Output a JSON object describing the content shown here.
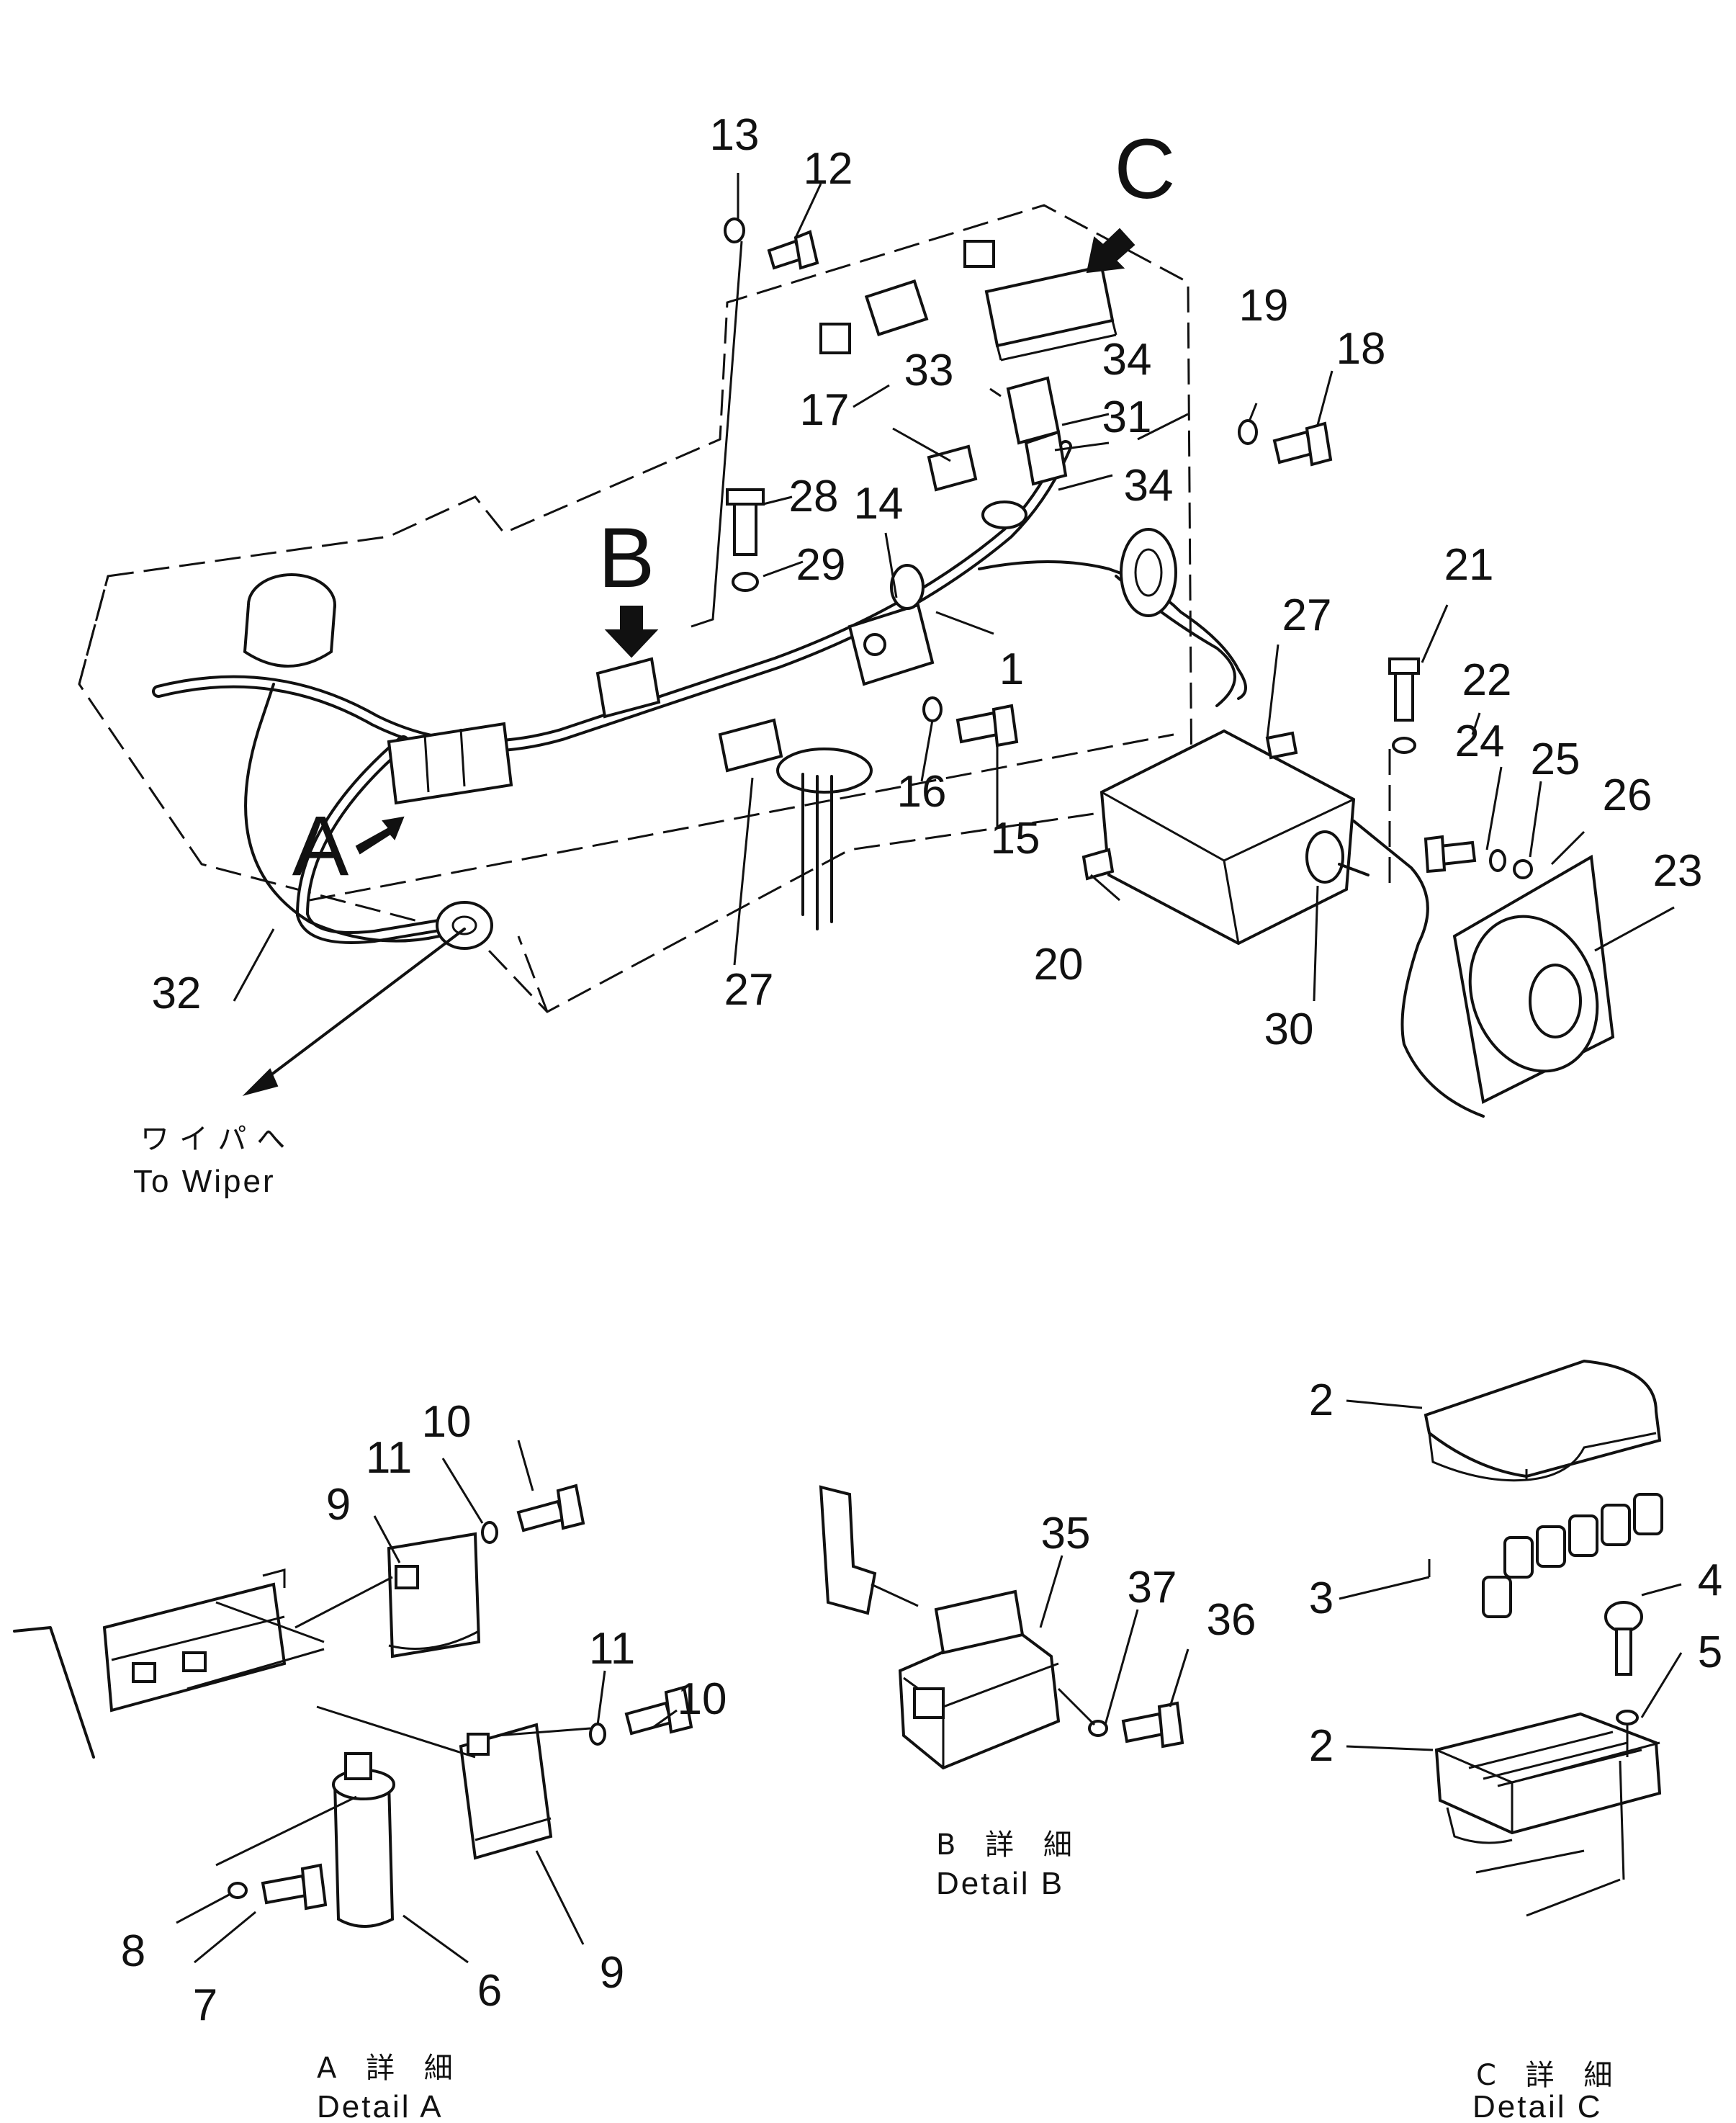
{
  "wiper_caption": {
    "jp": "ワイパへ",
    "en": "To Wiper"
  },
  "view_arrows": {
    "A": "A",
    "B": "B",
    "C": "C"
  },
  "detail_captions": {
    "A": {
      "jp": "A 詳 細",
      "en": "Detail A"
    },
    "B": {
      "jp": "B 詳 細",
      "en": "Detail B"
    },
    "C": {
      "jp": "C 詳 細",
      "en": "Detail C"
    }
  },
  "callouts": {
    "n1": "1",
    "n12": "12",
    "n13": "13",
    "n14": "14",
    "n15": "15",
    "n16": "16",
    "n17": "17",
    "n18": "18",
    "n19": "19",
    "n20": "20",
    "n21": "21",
    "n22": "22",
    "n23": "23",
    "n24": "24",
    "n25": "25",
    "n26": "26",
    "n27a": "27",
    "n27b": "27",
    "n28": "28",
    "n29": "29",
    "n30": "30",
    "n31": "31",
    "n32": "32",
    "n33": "33",
    "n34a": "34",
    "n34b": "34",
    "a10a": "10",
    "a11a": "11",
    "a9a": "9",
    "a11b": "11",
    "a10b": "10",
    "a8": "8",
    "a7": "7",
    "a6": "6",
    "a9b": "9",
    "b35": "35",
    "b37": "37",
    "b36": "36",
    "c2a": "2",
    "c3": "3",
    "c4": "4",
    "c5": "5",
    "c2b": "2"
  }
}
